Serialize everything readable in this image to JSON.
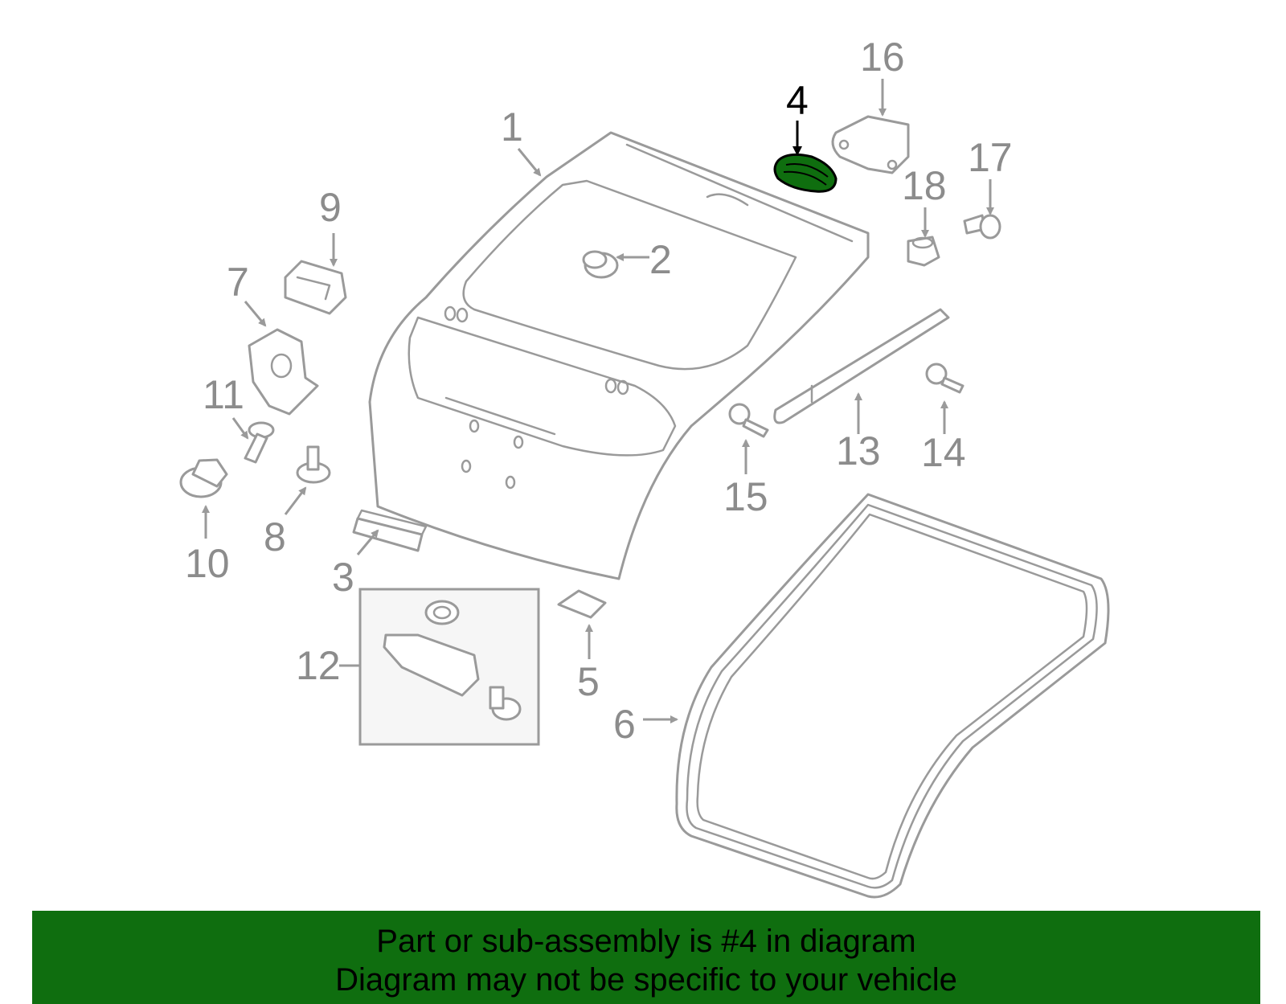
{
  "highlight_color": "#0f6e0f",
  "highlighted_part": "4",
  "callouts": [
    "1",
    "2",
    "3",
    "4",
    "5",
    "6",
    "7",
    "8",
    "9",
    "10",
    "11",
    "12",
    "13",
    "14",
    "15",
    "16",
    "17",
    "18"
  ],
  "banner": {
    "line1": "Part or sub-assembly is #4 in diagram",
    "line2": "Diagram may not be specific to your vehicle"
  }
}
